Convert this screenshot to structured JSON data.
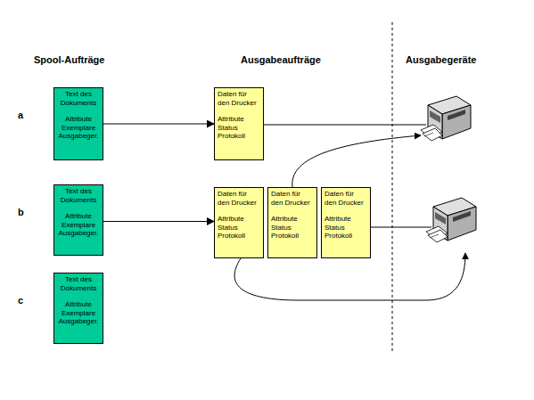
{
  "diagram": {
    "nodes": [
      {
        "text": [
          "Text des Dokuments",
          "Attribute Exemplare Ausgabeger."
        ]
      },
      {
        "text": [
          "Daten für den Drucker",
          "Attribute Status Protokoll"
        ]
      },
      {
        "text": [
          "Text des Dokuments",
          "Attribute Exemplare Ausgabeger."
        ]
      },
      {
        "text": [
          "Daten für den Drucker",
          "Attribute Status Protokoll"
        ]
      },
      {
        "text": [
          "Daten für den Drucker",
          "Attribute Status Protokoll"
        ]
      },
      {
        "text": [
          "Daten für den Drucker",
          "Attribute Status Protokoll"
        ]
      },
      {
        "text": [
          "Text des Dokuments",
          "Attribute Exemplare Ausgabeger."
        ]
      }
    ],
    "edges": [
      {
        "from": 0,
        "to": 1,
        "arrow": "to"
      },
      {
        "from": 2,
        "to": 3,
        "arrow": "to"
      }
    ],
    "labels": [
      "Spool-Aufträge",
      "Ausgabeaufträge",
      "Ausgabegeräte",
      "a",
      "b",
      "c"
    ]
  }
}
